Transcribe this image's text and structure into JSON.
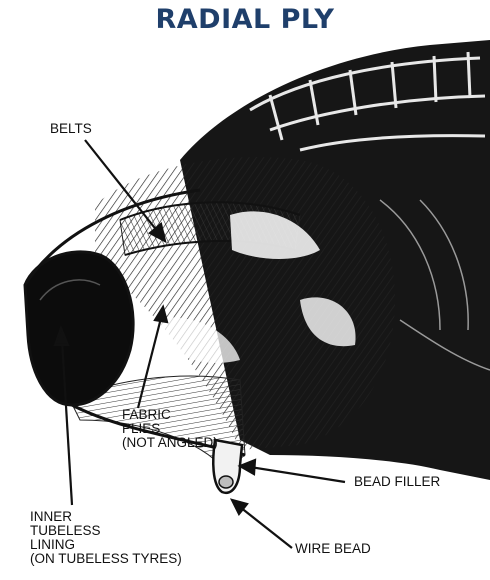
{
  "title": "RADIAL PLY",
  "title_color": "#1f3f6b",
  "labels": {
    "belts": "BELTS",
    "fabric_plies": [
      "FABRIC",
      "PLIES",
      "(NOT ANGLED)"
    ],
    "inner_lining": [
      "INNER",
      "TUBELESS",
      "LINING",
      "(ON TUBELESS TYRES)"
    ],
    "bead_filler": "BEAD FILLER",
    "wire_bead": "WIRE BEAD"
  }
}
